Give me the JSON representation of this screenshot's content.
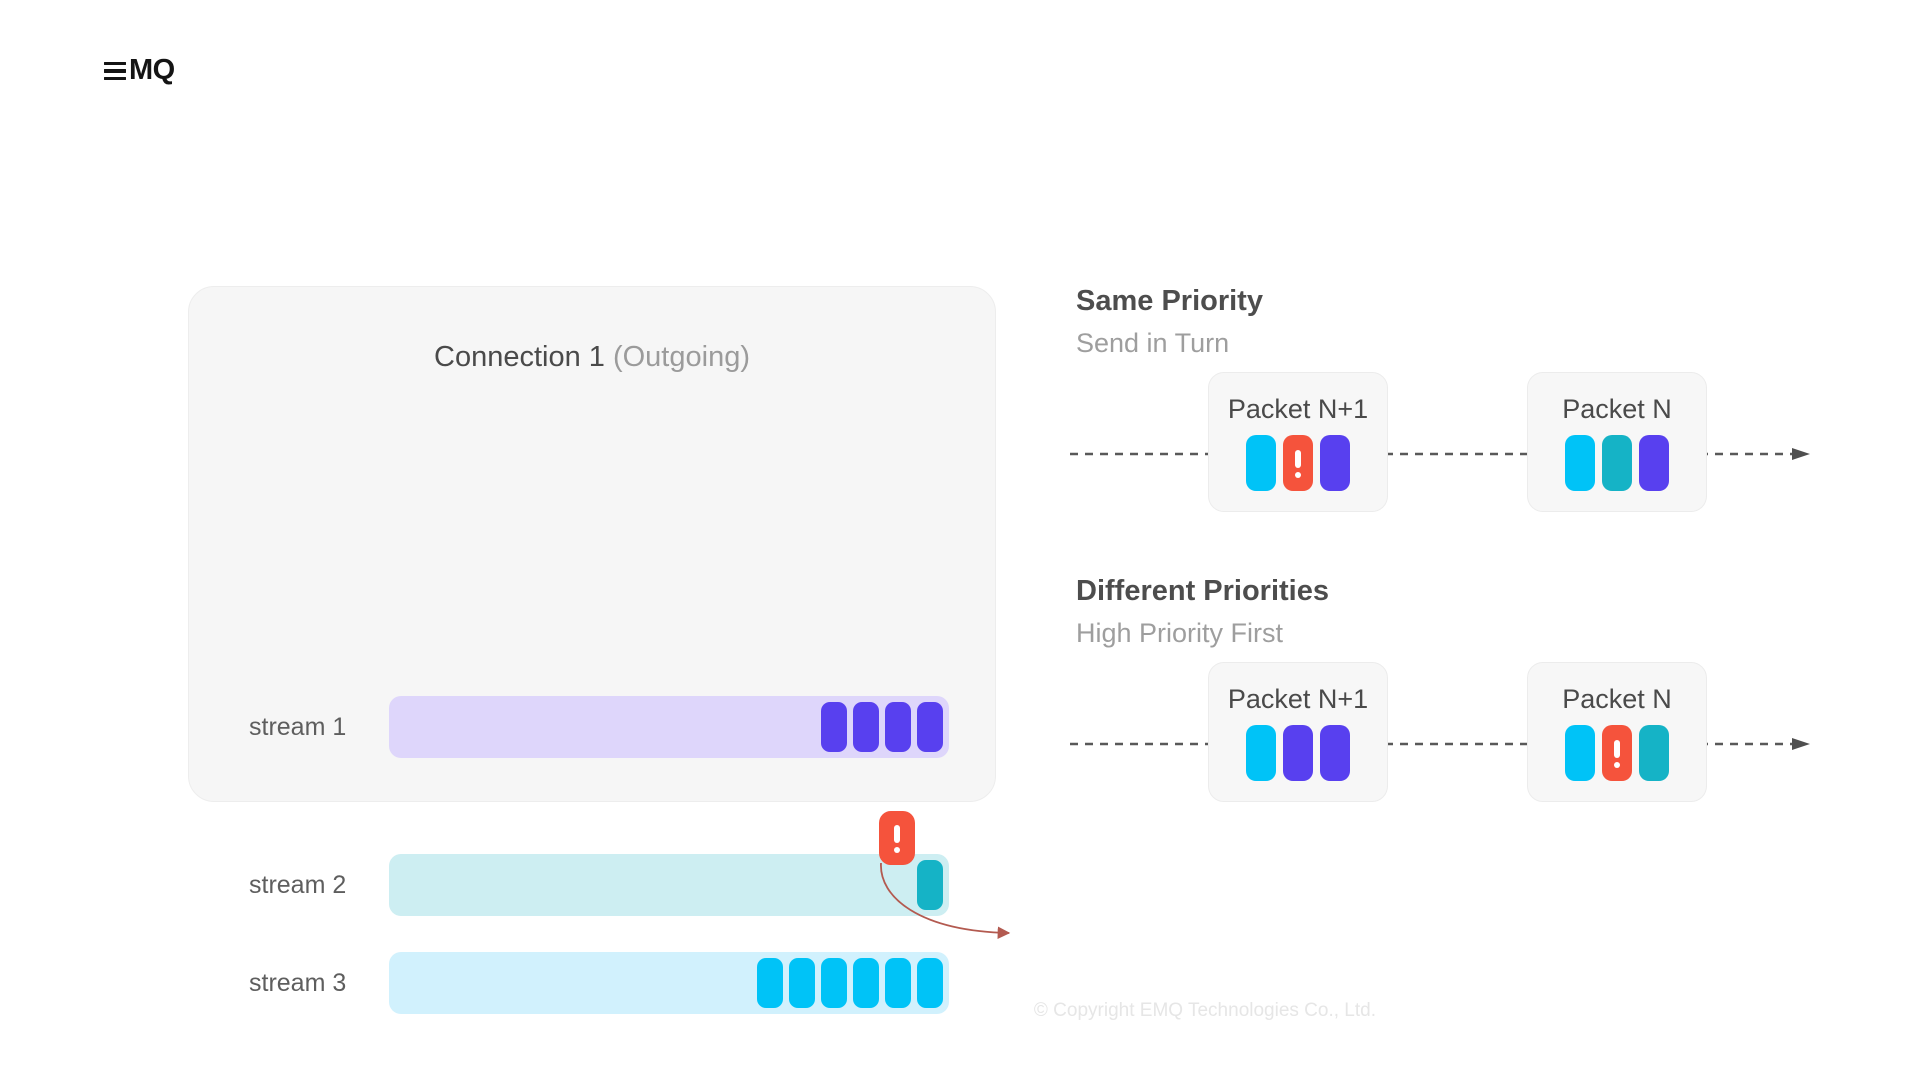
{
  "brand": {
    "logo_text": "MQ",
    "logo_mark": "three-bars-icon"
  },
  "connection_panel": {
    "title_main": "Connection 1",
    "title_sub": "(Outgoing)",
    "streams": [
      {
        "label": "stream 1",
        "bar_color": "#ded6fb",
        "packet_color": "#5840ef",
        "packet_count": 4
      },
      {
        "label": "stream 2",
        "bar_color": "#cdeef2",
        "packet_color": "#15b3c6",
        "packet_count": 1
      },
      {
        "label": "stream 3",
        "bar_color": "#d1f1fd",
        "packet_color": "#00c3f7",
        "packet_count": 6
      }
    ],
    "priority_badge": {
      "symbol": "!",
      "color": "#f5533c",
      "annotation": "high-priority-packet-inserted-into-stream-2"
    },
    "arrow_color": "#b35a50"
  },
  "sections": [
    {
      "title": "Same Priority",
      "subtitle": "Send in Turn",
      "packets": [
        {
          "label": "Packet N+1",
          "blocks": [
            {
              "color": "#00c3f7",
              "kind": "cyan",
              "symbol": ""
            },
            {
              "color": "#f5533c",
              "kind": "red",
              "symbol": "!"
            },
            {
              "color": "#5840ef",
              "kind": "purple",
              "symbol": ""
            }
          ]
        },
        {
          "label": "Packet N",
          "blocks": [
            {
              "color": "#00c3f7",
              "kind": "cyan",
              "symbol": ""
            },
            {
              "color": "#15b3c6",
              "kind": "teal",
              "symbol": ""
            },
            {
              "color": "#5840ef",
              "kind": "purple",
              "symbol": ""
            }
          ]
        }
      ]
    },
    {
      "title": "Different Priorities",
      "subtitle": "High Priority First",
      "packets": [
        {
          "label": "Packet N+1",
          "blocks": [
            {
              "color": "#00c3f7",
              "kind": "cyan",
              "symbol": ""
            },
            {
              "color": "#5840ef",
              "kind": "purple",
              "symbol": ""
            },
            {
              "color": "#5840ef",
              "kind": "purple",
              "symbol": ""
            }
          ]
        },
        {
          "label": "Packet N",
          "blocks": [
            {
              "color": "#00c3f7",
              "kind": "cyan",
              "symbol": ""
            },
            {
              "color": "#f5533c",
              "kind": "red",
              "symbol": "!"
            },
            {
              "color": "#15b3c6",
              "kind": "teal",
              "symbol": ""
            }
          ]
        }
      ]
    }
  ],
  "flow_line": {
    "style": "dashed",
    "color": "#595959",
    "arrow": "arrow-right-icon"
  },
  "footer": {
    "copyright": "© Copyright EMQ Technologies Co., Ltd."
  },
  "colors": {
    "purple": "#5840ef",
    "cyan": "#00c3f7",
    "teal": "#15b3c6",
    "red": "#f5533c",
    "panel_bg": "#f6f6f6",
    "card_bg": "#f7f7f7",
    "heading": "#4d4d4d",
    "muted": "#9e9e9e"
  }
}
